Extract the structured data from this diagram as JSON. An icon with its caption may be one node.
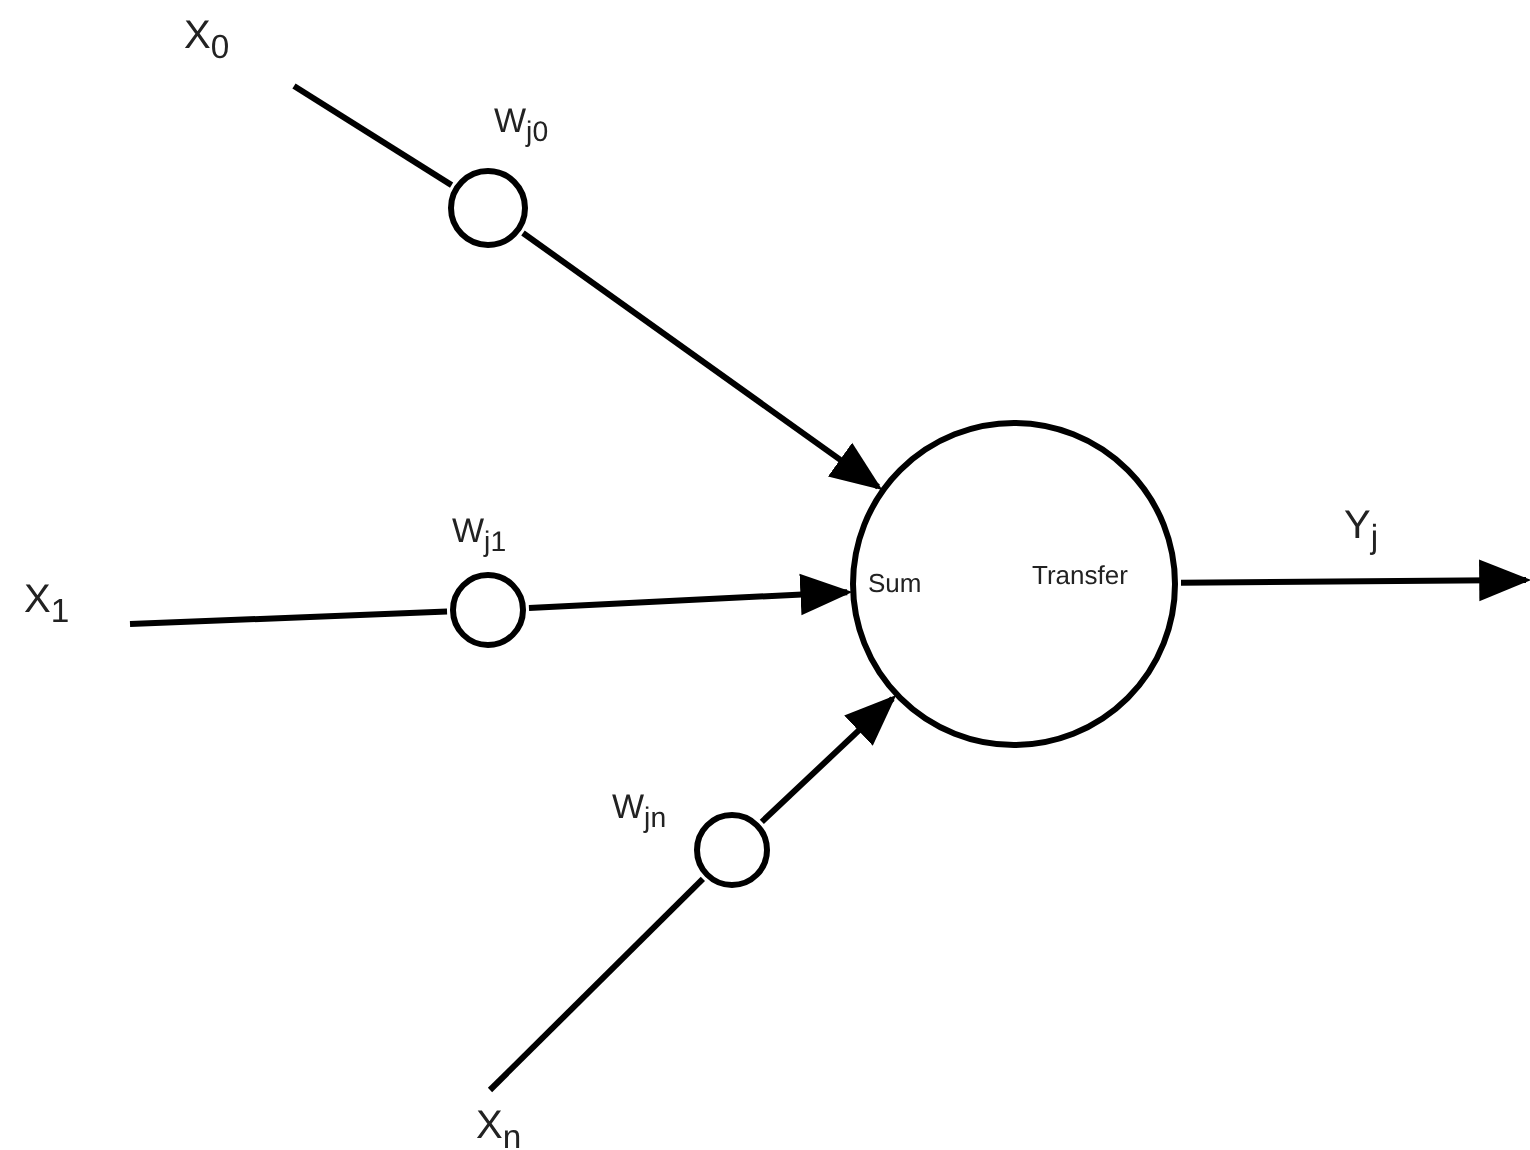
{
  "diagram": {
    "nodes": [
      {
        "text": [
          "X$_{0}$"
        ]
      },
      {
        "text": [
          "X$_{1}$"
        ]
      },
      {
        "text": [
          "X$_{n}$"
        ]
      },
      {
        "text": [],
        "shape": "circle",
        "beside": [
          "W$_{j0}$"
        ]
      },
      {
        "text": [],
        "shape": "circle",
        "beside": [
          "W$_{j1}$"
        ]
      },
      {
        "text": [],
        "shape": "circle",
        "beside": [
          "W$_{jn}$"
        ]
      },
      {
        "text": [
          "Sum",
          "Transfer"
        ]
      }
    ],
    "edges": [
      {
        "from": 0,
        "to": 3,
        "arrow": "none"
      },
      {
        "from": 3,
        "to": 6,
        "arrow": "to"
      },
      {
        "from": 1,
        "to": 4,
        "arrow": "none"
      },
      {
        "from": 4,
        "to": 6,
        "arrow": "to"
      },
      {
        "from": 2,
        "to": 5,
        "arrow": "none"
      },
      {
        "from": 5,
        "to": 6,
        "arrow": "to"
      },
      {
        "from": 6,
        "to": null,
        "arrow": "to",
        "label": "Y$_{j}$"
      }
    ]
  }
}
